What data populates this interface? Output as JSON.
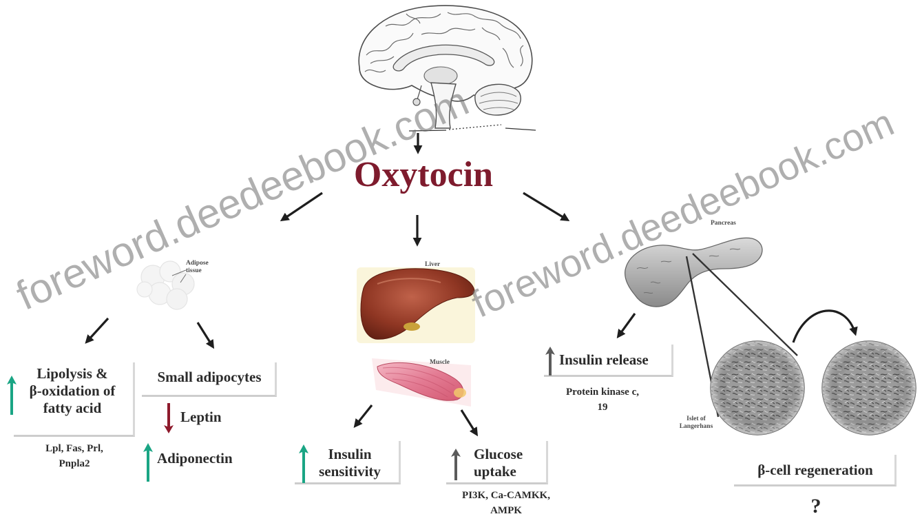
{
  "hormone": {
    "name": "Oxytocin"
  },
  "watermarks": [
    "foreword.deedeebook.com",
    "foreword.deedeebook.com"
  ],
  "colors": {
    "hormone_text": "#7e1b2d",
    "increase_arrow": "#1aa584",
    "decrease_arrow": "#8e1a2c",
    "neutral_arrow": "#5b5b5b",
    "watermark": "#6e6e6e"
  },
  "organs": {
    "adipose": {
      "label": "Adipose tissue"
    },
    "liver": {
      "label": "Liver"
    },
    "muscle": {
      "label": "Muscle"
    },
    "pancreas": {
      "label": "Pancreas"
    },
    "islet": {
      "label": "Islet of Langerhans"
    }
  },
  "effects": {
    "lipolysis": {
      "lines": [
        "Lipolysis &",
        "β-oxidation of",
        "fatty acid"
      ],
      "direction": "up",
      "arrow_color": "#1aa584"
    },
    "lipolysis_genes": {
      "lines": [
        "Lpl, Fas, Prl,",
        "Pnpla2"
      ]
    },
    "small_adipocytes": {
      "text": "Small adipocytes"
    },
    "leptin": {
      "text": "Leptin",
      "direction": "down",
      "arrow_color": "#8e1a2c"
    },
    "adiponectin": {
      "text": "Adiponectin",
      "direction": "up",
      "arrow_color": "#1aa584"
    },
    "insulin_sensitivity": {
      "lines": [
        "Insulin",
        "sensitivity"
      ],
      "direction": "up",
      "arrow_color": "#1aa584"
    },
    "glucose_uptake": {
      "lines": [
        "Glucose",
        "uptake"
      ],
      "direction": "up",
      "arrow_color": "#5b5b5b"
    },
    "glucose_pathway": {
      "lines": [
        "PI3K, Ca-CAMKK,",
        "AMPK"
      ]
    },
    "insulin_release": {
      "text": "Insulin release",
      "direction": "up",
      "arrow_color": "#5b5b5b"
    },
    "insulin_pathway": {
      "lines": [
        "Protein kinase c,",
        "19"
      ]
    },
    "beta_cell": {
      "text": "β-cell regeneration"
    },
    "unknown": {
      "text": "?"
    }
  }
}
